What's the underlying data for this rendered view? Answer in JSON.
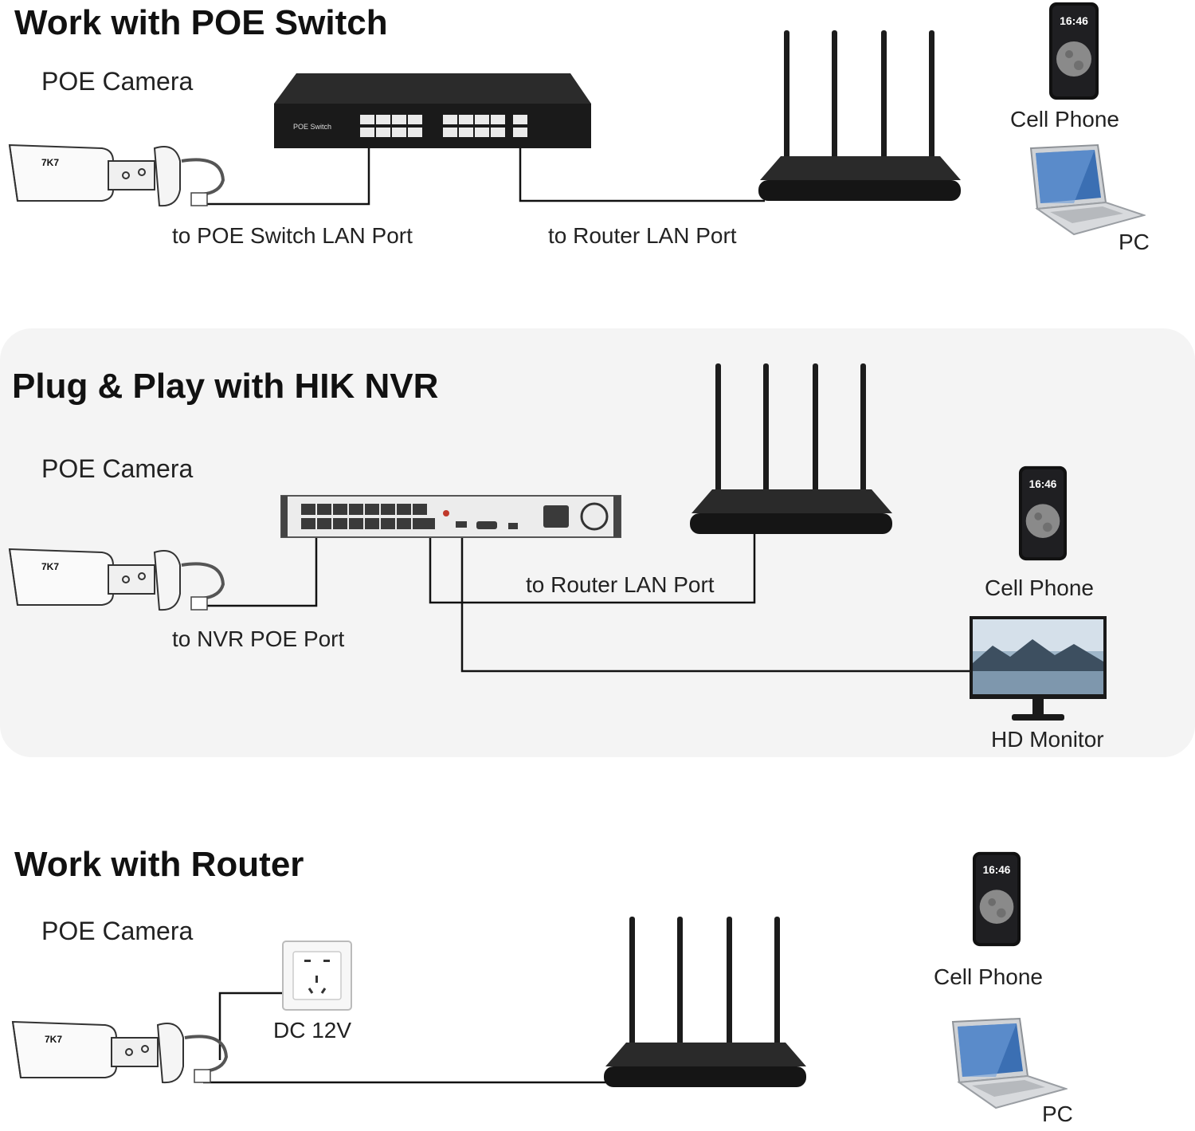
{
  "section1": {
    "title": "Work with POE Switch",
    "camera_label": "POE Camera",
    "camera_logo": "7K7",
    "switch_label": "POE Switch",
    "link1_label": "to POE Switch LAN Port",
    "link2_label": "to Router LAN Port",
    "phone_label": "Cell Phone",
    "phone_time": "16:46",
    "pc_label": "PC"
  },
  "section2": {
    "title": "Plug & Play with HIK NVR",
    "camera_label": "POE Camera",
    "camera_logo": "7K7",
    "link1_label": "to NVR POE Port",
    "link2_label": "to Router LAN Port",
    "phone_label": "Cell Phone",
    "phone_time": "16:46",
    "monitor_label": "HD Monitor"
  },
  "section3": {
    "title": "Work with Router",
    "camera_label": "POE Camera",
    "camera_logo": "7K7",
    "power_label": "DC 12V",
    "phone_label": "Cell Phone",
    "phone_time": "16:46",
    "pc_label": "PC"
  },
  "colors": {
    "panel": "#f4f4f4",
    "device": "#1c1c1c",
    "wire": "#111111"
  }
}
